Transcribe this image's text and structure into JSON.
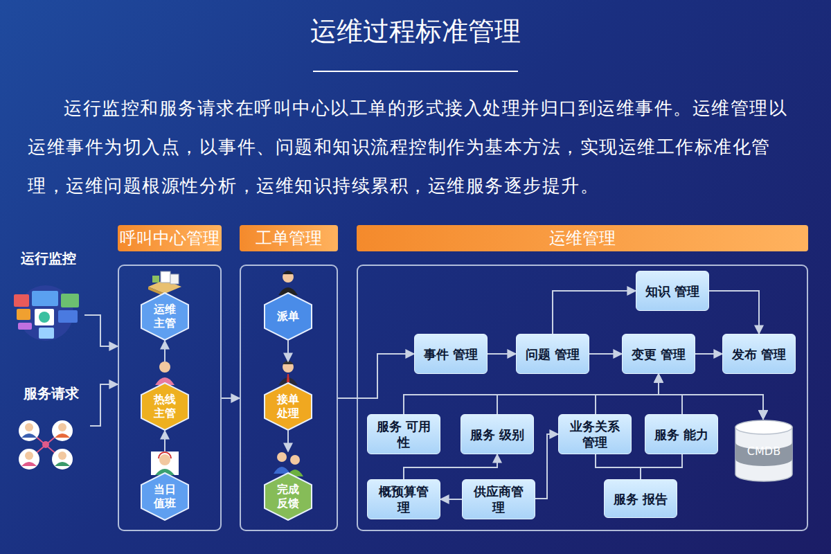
{
  "diagram": {
    "title": "运维过程标准管理",
    "caption": "运行监控和服务请求在呼叫中心以工单的形式接入处理并归口到运维事件。运维管理以 运维事件为切入点，以事件、问题和知识流程控制作为基本方法，实现运维工作标准化管 理，运维问题根源性分析，运维知识持续累积，运维服务逐步提升。",
    "nodes": [
      {
        "text": [
          "运行监控"
        ]
      },
      {
        "text": [
          "服务请求"
        ]
      },
      {
        "text": [
          "呼叫中心管理"
        ]
      },
      {
        "text": [
          "运维 主管"
        ],
        "in": 2
      },
      {
        "text": [
          "热线 主管"
        ],
        "in": 2
      },
      {
        "text": [
          "当日 值班"
        ],
        "in": 2
      },
      {
        "text": [
          "工单管理"
        ]
      },
      {
        "text": [
          "派单"
        ],
        "in": 6
      },
      {
        "text": [
          "接单 处理"
        ],
        "in": 6
      },
      {
        "text": [
          "完成 反馈"
        ],
        "in": 6
      },
      {
        "text": [
          "运维管理"
        ]
      },
      {
        "text": [
          "知识 管理"
        ],
        "in": 10
      },
      {
        "text": [
          "事件 管理"
        ],
        "in": 10
      },
      {
        "text": [
          "问题 管理"
        ],
        "in": 10
      },
      {
        "text": [
          "变更 管理"
        ],
        "in": 10
      },
      {
        "text": [
          "发布 管理"
        ],
        "in": 10
      },
      {
        "text": [
          "服务 可用性"
        ],
        "in": 10
      },
      {
        "text": [
          "服务 级别"
        ],
        "in": 10
      },
      {
        "text": [
          "业务关系 管理"
        ],
        "in": 10
      },
      {
        "text": [
          "服务 能力"
        ],
        "in": 10
      },
      {
        "text": [
          "CMDB"
        ],
        "in": 10
      },
      {
        "text": [
          "概预算管 理"
        ],
        "in": 10
      },
      {
        "text": [
          "供应商管 理"
        ],
        "in": 10
      },
      {
        "text": [
          "服务 报告"
        ],
        "in": 10
      }
    ],
    "edges": [
      {
        "from": 0,
        "to": 2,
        "arrow": "to"
      },
      {
        "from": 1,
        "to": 2,
        "arrow": "to"
      },
      {
        "from": 5,
        "to": 4,
        "arrow": "to"
      },
      {
        "from": 4,
        "to": 3,
        "arrow": "to"
      },
      {
        "from": 2,
        "to": 6,
        "arrow": "to"
      },
      {
        "from": 7,
        "to": 8,
        "arrow": "to"
      },
      {
        "from": 8,
        "to": 9,
        "arrow": "to"
      },
      {
        "from": 6,
        "to": 12,
        "arrow": "to"
      },
      {
        "from": 12,
        "to": 13,
        "arrow": "to"
      },
      {
        "from": 13,
        "to": 14,
        "arrow": "to"
      },
      {
        "from": 14,
        "to": 15,
        "arrow": "to"
      },
      {
        "from": 13,
        "to": 11,
        "arrow": "to"
      },
      {
        "from": 11,
        "to": 15,
        "arrow": "to"
      },
      {
        "from": 16,
        "to": 14,
        "arrow": "to"
      },
      {
        "from": 17,
        "to": 14,
        "arrow": "to"
      },
      {
        "from": 18,
        "to": 14,
        "arrow": "to"
      },
      {
        "from": 19,
        "to": 14,
        "arrow": "to"
      },
      {
        "from": 16,
        "to": 20,
        "arrow": "to"
      },
      {
        "from": 17,
        "to": 20,
        "arrow": "to"
      },
      {
        "from": 18,
        "to": 20,
        "arrow": "to"
      },
      {
        "from": 19,
        "to": 20,
        "arrow": "to"
      },
      {
        "from": 22,
        "to": 21,
        "arrow": "to"
      },
      {
        "from": 21,
        "to": 17,
        "arrow": "to"
      },
      {
        "from": 22,
        "to": 18,
        "arrow": "to"
      },
      {
        "from": 18,
        "to": 23,
        "arrow": "none"
      },
      {
        "from": 19,
        "to": 23,
        "arrow": "none"
      }
    ]
  }
}
